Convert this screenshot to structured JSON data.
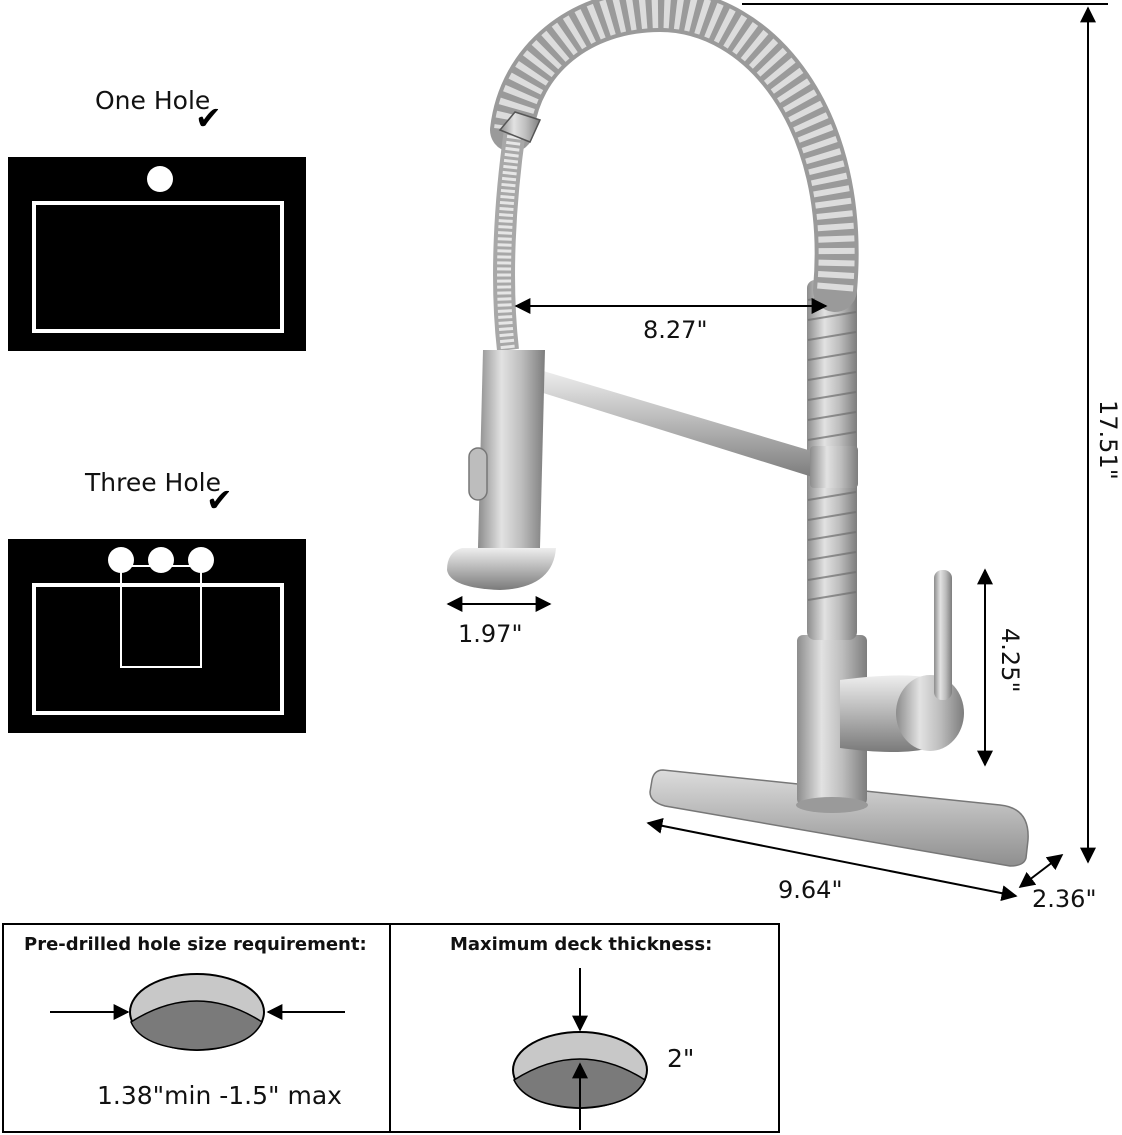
{
  "sink_options": {
    "one_hole": {
      "label": "One Hole",
      "check": "✔",
      "hole_count": 1
    },
    "three_hole": {
      "label": "Three Hole",
      "check": "✔",
      "hole_count": 3
    }
  },
  "dimensions": {
    "reach": "8.27\"",
    "sprayhead_diameter": "1.97\"",
    "height": "17.51\"",
    "handle_height": "4.25\"",
    "deck_plate_length": "9.64\"",
    "deck_plate_width": "2.36\""
  },
  "requirements": {
    "hole_size": {
      "title": "Pre-drilled hole size requirement:",
      "range": "1.38\"min -1.5\" max"
    },
    "deck_thickness": {
      "title": "Maximum deck thickness:",
      "value": "2\""
    }
  },
  "colors": {
    "sink_fill": "#000000",
    "sink_outline": "#ffffff",
    "metal_light": "#d6d6d6",
    "metal_dark": "#8c8c8c",
    "hole_top": "#c8c8c8",
    "hole_bottom": "#7a7a7a"
  }
}
